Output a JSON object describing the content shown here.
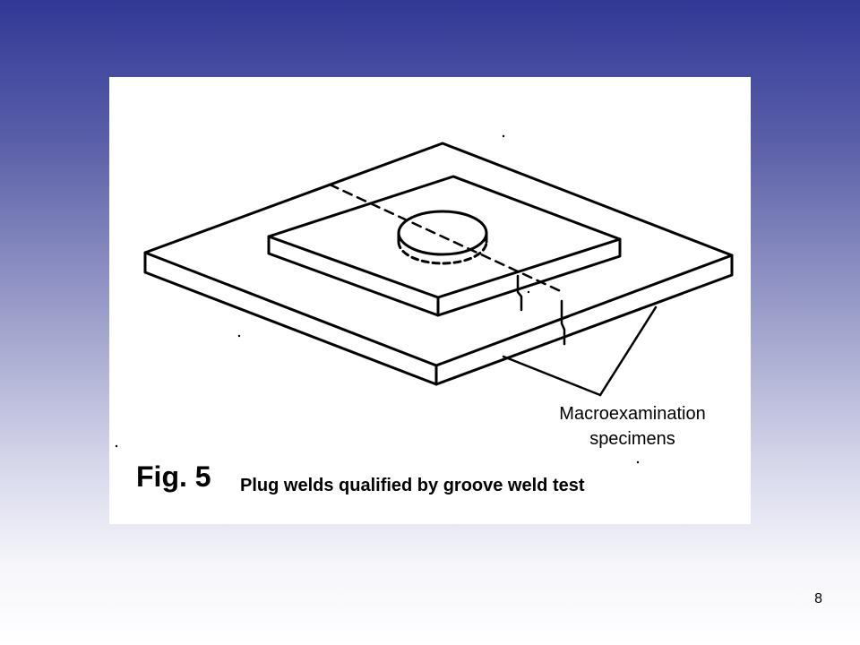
{
  "figure": {
    "callout_label_line1": "Macroexamination",
    "callout_label_line2": "specimens",
    "number": "Fig. 5",
    "caption": "Plug welds qualified by groove weld test"
  },
  "slide": {
    "number": "8"
  }
}
